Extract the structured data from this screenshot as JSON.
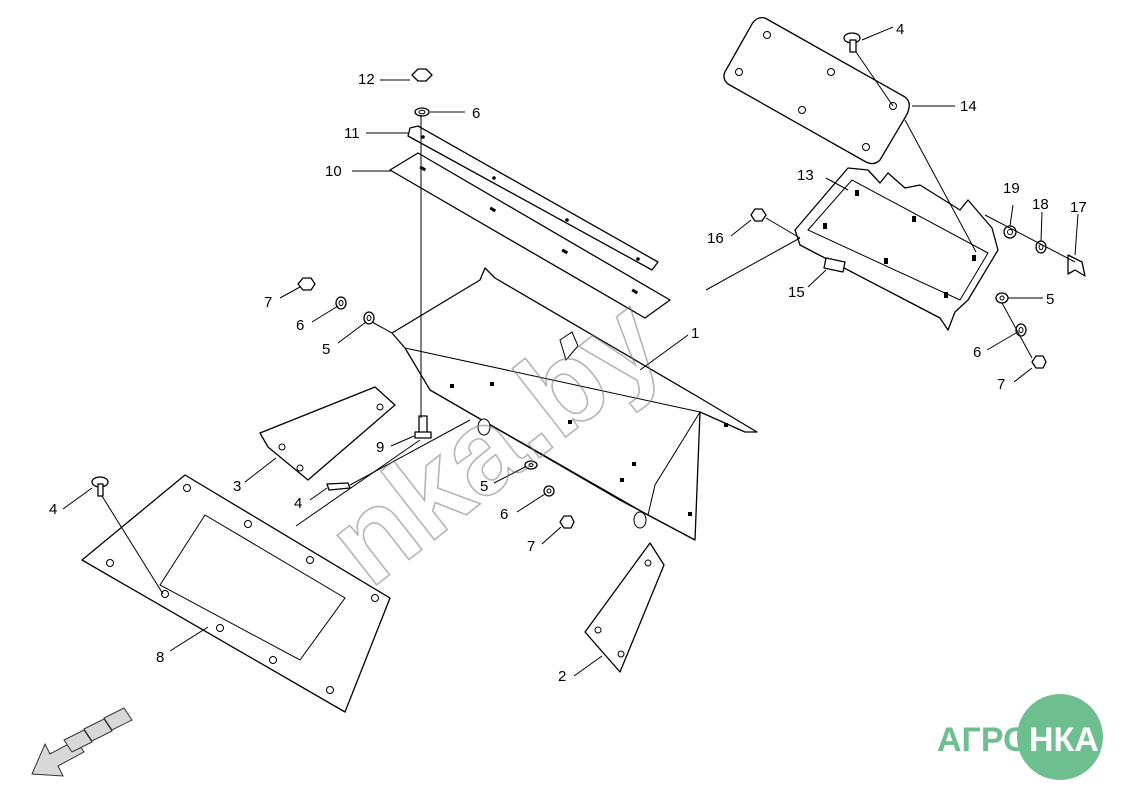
{
  "callouts": {
    "c1": "1",
    "c2": "2",
    "c3": "3",
    "c4a": "4",
    "c4b": "4",
    "c4c": "4",
    "c5a": "5",
    "c5b": "5",
    "c5c": "5",
    "c6a": "6",
    "c6b": "6",
    "c6c": "6",
    "c6d": "6",
    "c7a": "7",
    "c7b": "7",
    "c7c": "7",
    "c8": "8",
    "c9": "9",
    "c10": "10",
    "c11": "11",
    "c12": "12",
    "c13": "13",
    "c14": "14",
    "c15": "15",
    "c16": "16",
    "c17": "17",
    "c18": "18",
    "c19": "19"
  },
  "watermark": "nka.by",
  "logo": {
    "left": "АГРО",
    "right": "НКА",
    "color": "#6dbf8f"
  },
  "icons": {
    "direction_arrow": "direction-arrow-icon"
  }
}
